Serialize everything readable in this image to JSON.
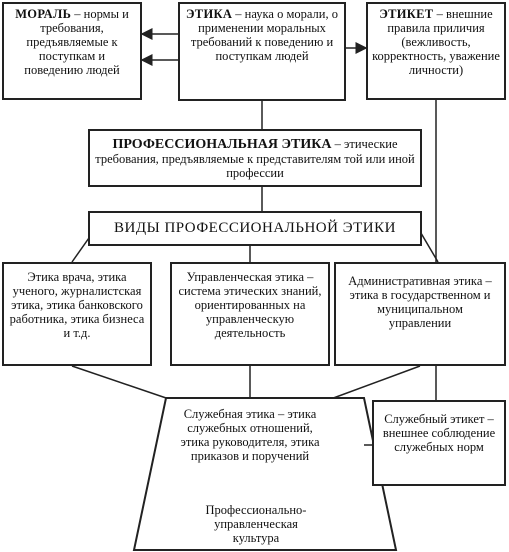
{
  "diagram": {
    "morality": {
      "title": "МОРАЛЬ",
      "text": "– нормы и требования, предъявляемые к поступкам и поведению людей"
    },
    "ethics": {
      "title": "ЭТИКА",
      "text": "– наука о морали, о применении моральных требований к поведению и поступкам людей"
    },
    "etiquette": {
      "title": "ЭТИКЕТ",
      "text": "– внешние правила приличия (вежливость, корректность, уважение личности)"
    },
    "prof_ethics": {
      "title": "ПРОФЕССИОНАЛЬНАЯ ЭТИКА",
      "text": "– этические требования, предъявляемые к представителям той или иной профессии"
    },
    "types": {
      "title": "ВИДЫ ПРОФЕССИОНАЛЬНОЙ ЭТИКИ"
    },
    "type_doctor": {
      "text": "Этика врача, этика ученого, журналистская этика, этика банковского работника, этика бизнеса и т.д."
    },
    "type_management": {
      "text": "Управленческая этика – система этических знаний, ориентированных на управленческую деятельность"
    },
    "type_admin": {
      "text": "Административная этика – этика в государственном и муниципальном управлении"
    },
    "service_ethics": {
      "text": "Служебная этика – этика служебных отношений, этика руководителя, этика приказов и поручений"
    },
    "service_etiquette": {
      "text": "Служебный этикет – внешнее соблюдение служебных норм"
    },
    "culture": {
      "text": "Профессионально-управленческая культура"
    }
  }
}
